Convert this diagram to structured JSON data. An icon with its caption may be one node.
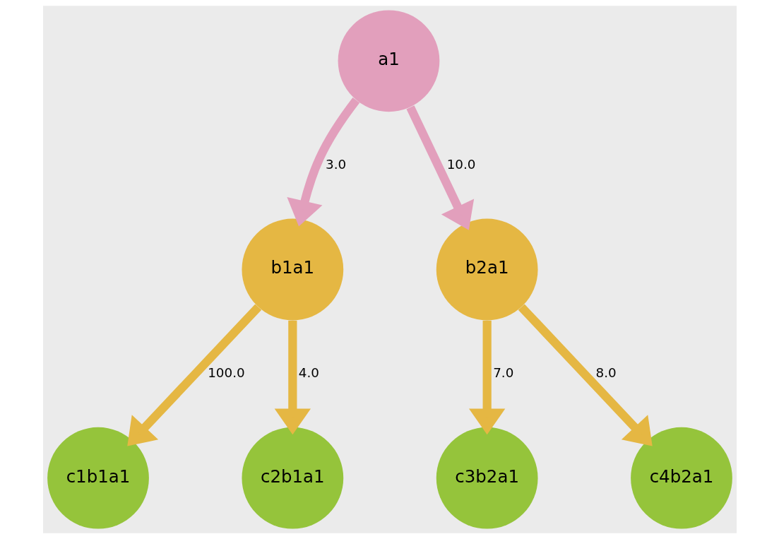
{
  "diagram": {
    "nodes": [
      {
        "text": [
          "a1"
        ]
      },
      {
        "text": [
          "b1a1"
        ]
      },
      {
        "text": [
          "b2a1"
        ]
      },
      {
        "text": [
          "c1b1a1"
        ]
      },
      {
        "text": [
          "c2b1a1"
        ]
      },
      {
        "text": [
          "c3b2a1"
        ]
      },
      {
        "text": [
          "c4b2a1"
        ]
      }
    ],
    "edges": [
      {
        "from": 0,
        "to": 1,
        "arrow": "to",
        "label": "3.0",
        "color": "#e29fbc"
      },
      {
        "from": 0,
        "to": 2,
        "arrow": "to",
        "label": "10.0",
        "color": "#e29fbc"
      },
      {
        "from": 1,
        "to": 3,
        "arrow": "to",
        "label": "100.0"
      },
      {
        "from": 1,
        "to": 4,
        "arrow": "to",
        "label": "4.0"
      },
      {
        "from": 2,
        "to": 5,
        "arrow": "to",
        "label": "7.0"
      },
      {
        "from": 2,
        "to": 6,
        "arrow": "to",
        "label": "8.0"
      }
    ]
  }
}
